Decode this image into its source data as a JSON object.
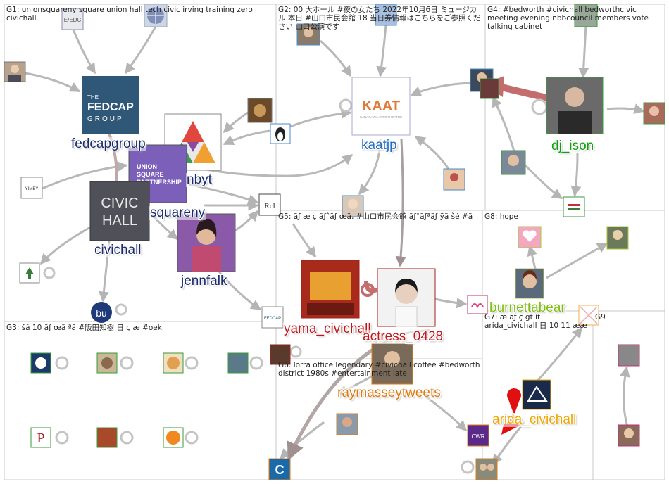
{
  "groups": [
    {
      "id": "G1",
      "title": "G1: unionsquareny square union hall tech civic irving training zero civichall"
    },
    {
      "id": "G2",
      "title": "G2: 00 大ホール #夜の女たち 2022年10月6日 ミュージカル 本日 #山口市民会館 18 当日券情報はこちらをご参照ください 山口公演です"
    },
    {
      "id": "G4",
      "title": "G4: #bedworth #civichall bedworthcivic meeting evening nbbcouncil members vote talking cabinet"
    },
    {
      "id": "G5",
      "title": "G5: ãƒ æ ç ãƒˆãƒ œã‚ #山口市民会館 ãƒˆãƒªãƒ ÿä šé #ã"
    },
    {
      "id": "G8",
      "title": "G8: hope"
    },
    {
      "id": "G3",
      "title": "G3: šå 10 ãƒ œã ªã #阪田知樹 日 ç æ #oek"
    },
    {
      "id": "G6",
      "title": "G6: lorra office legendary #civichall coffee #bedworth district 1980s #entertainment late"
    },
    {
      "id": "G7",
      "title": "G7: æ ãƒ ç gt lt arida_civichall 日 10 11 ææ"
    },
    {
      "id": "G9",
      "title": "G9"
    }
  ],
  "labels": {
    "fedcapgroup": "fedcapgroup",
    "nbyt": "nbyt",
    "squareny": "squareny",
    "civichall": "civichall",
    "jennfalk": "jennfalk",
    "kaatjp": "kaatjp",
    "dj_ison": "dj_ison",
    "yama_civichall": "yama_civichall",
    "actress_0428": "actress_0428",
    "burnettabear": "burnettabear",
    "raymasseytweets": "raymasseytweets",
    "arida_civichall": "arida_civichall"
  },
  "logos": {
    "fedcap_line1": "THE",
    "fedcap_line2": "FEDCAP",
    "fedcap_line3": "GROUP",
    "usp_line1": "UNION",
    "usp_line2": "SQUARE",
    "usp_line3": "PARTNERSHIP",
    "civic_line1": "CIVIC",
    "civic_line2": "HALL",
    "kaat_line1": "KAAT",
    "kaat_line2": "KANAGAWA ARTS THEATRE",
    "yimby": "YIMBY",
    "bu": "bu",
    "edc": "E/EDC",
    "fedcap_small": "FEDCAP",
    "c_logo": "C",
    "p_logo": "P",
    "cwr": "CWR",
    "rcl": "Rcl"
  },
  "colors": {
    "grid": "#c8c8c8",
    "edge": "#b8b8b8",
    "edge_dark": "#a89a9a",
    "edge_red": "#c26a6a",
    "label_navy": "#1a2a6c",
    "label_blue": "#1f6fc4",
    "label_green": "#12a012",
    "label_red": "#c0151b",
    "label_orange": "#e07a10",
    "label_lime": "#7fbf10",
    "label_gold": "#f0a800"
  }
}
